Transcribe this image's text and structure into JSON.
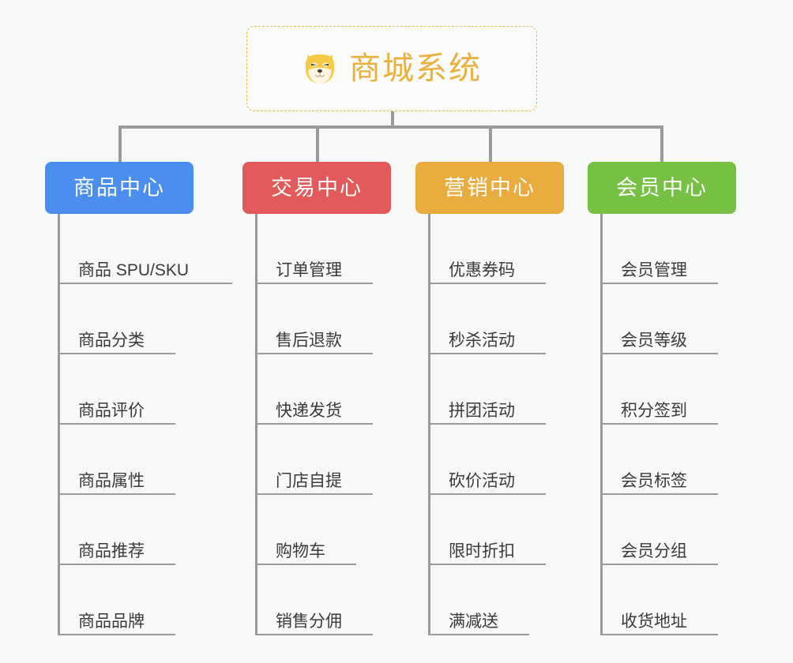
{
  "page": {
    "background_color": "#f7f8f8",
    "type": "mindmap"
  },
  "root": {
    "title": "商城系统",
    "icon": "shiba-dog-face-icon",
    "text_color": "#ebb03c",
    "border_color": "#e9b949",
    "background_color": "#fcfcfc"
  },
  "connector": {
    "color": "#9a9a9a"
  },
  "branches": [
    {
      "label": "商品中心",
      "color": "#4a8ef0",
      "leaves": [
        {
          "label": "商品 SPU/SKU"
        },
        {
          "label": "商品分类"
        },
        {
          "label": "商品评价"
        },
        {
          "label": "商品属性"
        },
        {
          "label": "商品推荐"
        },
        {
          "label": "商品品牌"
        }
      ]
    },
    {
      "label": "交易中心",
      "color": "#e35a5a",
      "leaves": [
        {
          "label": "订单管理"
        },
        {
          "label": "售后退款"
        },
        {
          "label": "快递发货"
        },
        {
          "label": "门店自提"
        },
        {
          "label": "购物车"
        },
        {
          "label": "销售分佣"
        }
      ]
    },
    {
      "label": "营销中心",
      "color": "#eaab3e",
      "leaves": [
        {
          "label": "优惠券码"
        },
        {
          "label": "秒杀活动"
        },
        {
          "label": "拼团活动"
        },
        {
          "label": "砍价活动"
        },
        {
          "label": "限时折扣"
        },
        {
          "label": "满减送"
        }
      ]
    },
    {
      "label": "会员中心",
      "color": "#76c043",
      "leaves": [
        {
          "label": "会员管理"
        },
        {
          "label": "会员等级"
        },
        {
          "label": "积分签到"
        },
        {
          "label": "会员标签"
        },
        {
          "label": "会员分组"
        },
        {
          "label": "收货地址"
        }
      ]
    }
  ]
}
